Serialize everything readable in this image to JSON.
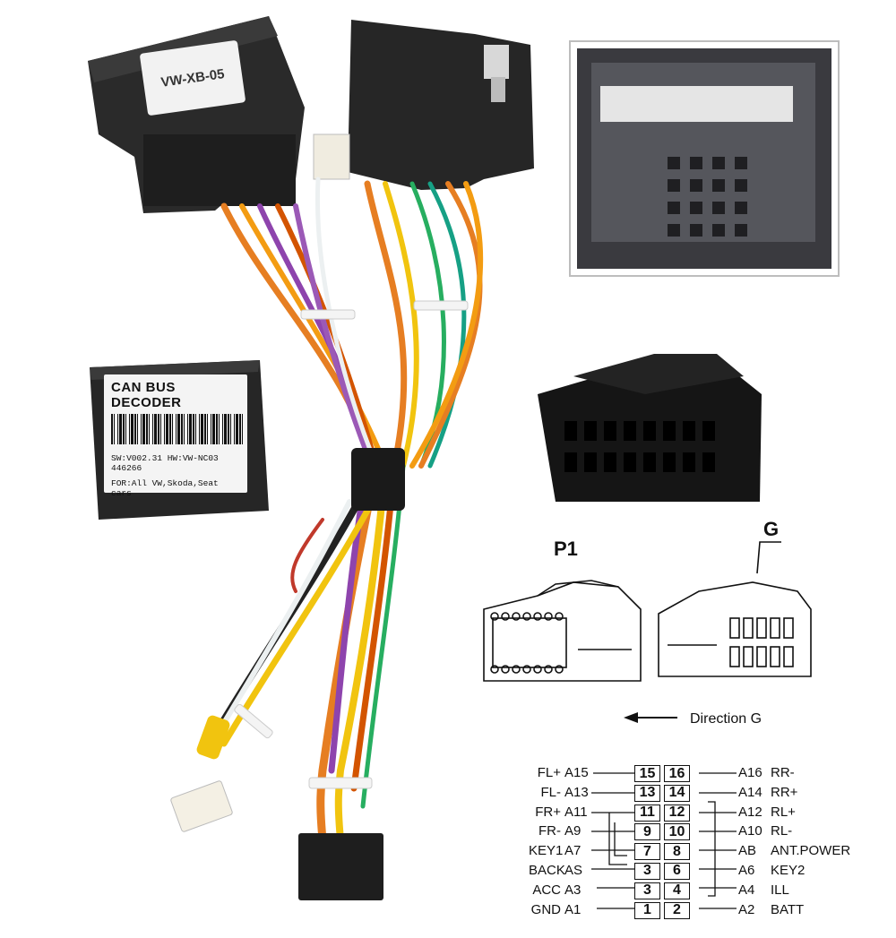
{
  "harness": {
    "connector_label": "VW-XB-05"
  },
  "decoder": {
    "title": "CAN BUS DECODER",
    "sw_line": "SW:V002.31 HW:VW-NC03  446266",
    "for_line": "FOR:All VW,Skoda,Seat cars"
  },
  "diagram": {
    "p1_label": "P1",
    "g_label": "G",
    "direction_label": "Direction G"
  },
  "pinout": {
    "pins": [
      [
        "15",
        "16"
      ],
      [
        "13",
        "14"
      ],
      [
        "11",
        "12"
      ],
      [
        "9",
        "10"
      ],
      [
        "7",
        "8"
      ],
      [
        "3",
        "6"
      ],
      [
        "3",
        "4"
      ],
      [
        "1",
        "2"
      ]
    ],
    "left": [
      {
        "name": "FL+",
        "code": "A15"
      },
      {
        "name": "FL-",
        "code": "A13"
      },
      {
        "name": "FR+",
        "code": "A11"
      },
      {
        "name": "FR-",
        "code": "A9"
      },
      {
        "name": "KEY1",
        "code": "A7"
      },
      {
        "name": "BACK",
        "code": "AS"
      },
      {
        "name": "ACC",
        "code": "A3"
      },
      {
        "name": "GND",
        "code": "A1"
      }
    ],
    "right": [
      {
        "code": "A16",
        "name": "RR-"
      },
      {
        "code": "A14",
        "name": "RR+"
      },
      {
        "code": "A12",
        "name": "RL+"
      },
      {
        "code": "A10",
        "name": "RL-"
      },
      {
        "code": "AB",
        "name": "ANT.POWER"
      },
      {
        "code": "A6",
        "name": "KEY2"
      },
      {
        "code": "A4",
        "name": "ILL"
      },
      {
        "code": "A2",
        "name": "BATT"
      }
    ]
  }
}
